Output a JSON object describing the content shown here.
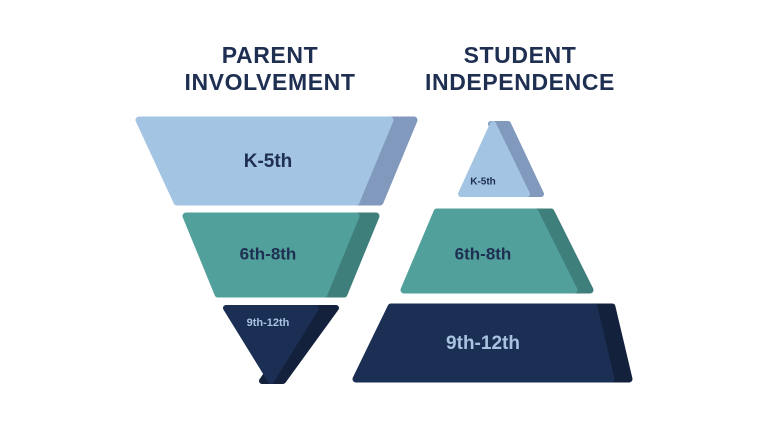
{
  "background_color": "#ffffff",
  "headings": [
    {
      "id": "parent",
      "lines": [
        "PARENT",
        "INVOLVEMENT"
      ],
      "color": "#1e2f52"
    },
    {
      "id": "student",
      "lines": [
        "STUDENT",
        "INDEPENDENCE"
      ],
      "color": "#1e2f52"
    }
  ],
  "palette": {
    "light_blue": "#a3c4e3",
    "light_blue_shadow": "#8099bc",
    "teal": "#51a09b",
    "teal_shadow": "#3f7f7b",
    "navy": "#1b2f54",
    "navy_shadow": "#14213c",
    "dark_text": "#1e2f52",
    "light_text": "#a8c2e0"
  },
  "funnel": {
    "name": "parent-involvement-funnel",
    "shape": "inverted-funnel",
    "description": "Parent involvement decreases from elementary to high school",
    "bands": [
      {
        "label": "K-5th",
        "color": "#a3c4e3",
        "shadow": "#8099bc",
        "text_color": "#1e2f52",
        "font_size": 19,
        "relative_size": "largest"
      },
      {
        "label": "6th-8th",
        "color": "#51a09b",
        "shadow": "#3f7f7b",
        "text_color": "#1e2f52",
        "font_size": 17,
        "relative_size": "medium"
      },
      {
        "label": "9th-12th",
        "color": "#1b2f54",
        "shadow": "#14213c",
        "text_color": "#a8c2e0",
        "font_size": 11,
        "relative_size": "smallest"
      }
    ]
  },
  "pyramid": {
    "name": "student-independence-pyramid",
    "shape": "pyramid",
    "description": "Student independence increases from elementary to high school",
    "bands": [
      {
        "label": "K-5th",
        "color": "#a3c4e3",
        "shadow": "#8099bc",
        "text_color": "#1e2f52",
        "font_size": 10,
        "relative_size": "smallest"
      },
      {
        "label": "6th-8th",
        "color": "#51a09b",
        "shadow": "#3f7f7b",
        "text_color": "#1e2f52",
        "font_size": 17,
        "relative_size": "medium"
      },
      {
        "label": "9th-12th",
        "color": "#1b2f54",
        "shadow": "#14213c",
        "text_color": "#a8c2e0",
        "font_size": 19,
        "relative_size": "largest"
      }
    ]
  },
  "chart_data": {
    "type": "pyramid",
    "title": "Parent Involvement vs Student Independence",
    "categories": [
      "K-5th",
      "6th-8th",
      "9th-12th"
    ],
    "series": [
      {
        "name": "PARENT INVOLVEMENT",
        "values": [
          3,
          2,
          1
        ],
        "shape": "inverted-funnel"
      },
      {
        "name": "STUDENT INDEPENDENCE",
        "values": [
          1,
          2,
          3
        ],
        "shape": "pyramid"
      }
    ],
    "legend": "none",
    "grid": false
  }
}
